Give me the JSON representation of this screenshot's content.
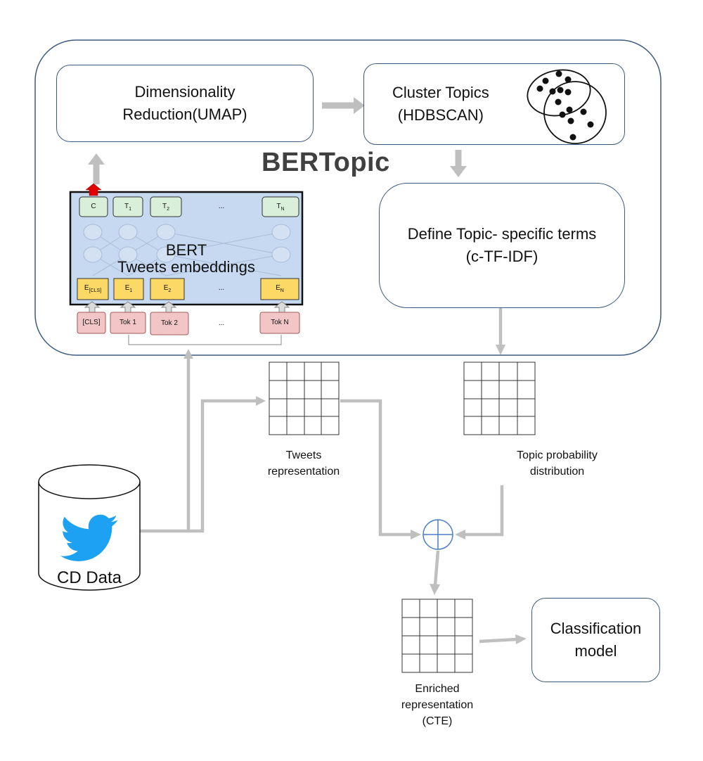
{
  "title": "BERTopic",
  "umap_box": {
    "line1": "Dimensionality",
    "line2": "Reduction(UMAP)"
  },
  "cluster_box": {
    "line1": "Cluster Topics",
    "line2": "(HDBSCAN)"
  },
  "ctfidf_box": {
    "line1": "Define Topic- specific terms",
    "line2": "(c-TF-IDF)"
  },
  "bert": {
    "line1": "BERT",
    "line2": "Tweets embeddings",
    "top_row": [
      "C",
      "T",
      "T",
      "...",
      "T"
    ],
    "top_subs": [
      "",
      "1",
      "2",
      "",
      "N"
    ],
    "emb_row": [
      "E",
      "E",
      "E",
      "...",
      "E"
    ],
    "emb_subs": [
      "[CLS]",
      "1",
      "2",
      "",
      "N"
    ],
    "tokens": [
      "[CLS]",
      "Tok 1",
      "Tok 2",
      "...",
      "Tok N"
    ]
  },
  "tweets_repr": {
    "line1": "Tweets",
    "line2": "representation"
  },
  "topic_dist": {
    "line1": "Topic probability",
    "line2": "distribution"
  },
  "enriched": {
    "line1": "Enriched",
    "line2": "representation",
    "line3": "(CTE)"
  },
  "classification_box": {
    "line1": "Classification",
    "line2": "model"
  },
  "database": {
    "label": "CD Data",
    "icon": "twitter-bird-icon"
  },
  "colors": {
    "arrow": "#bfbfbf",
    "border": "#3c5a80",
    "bert_panel": "#c6d9f1",
    "emb_cell": "#fcd866",
    "token_cell": "#f2c6c6",
    "top_cell": "#d9efd9",
    "twitter": "#1da1f2",
    "red_arrow": "#e00000",
    "plus_circle": "#4a7cc9"
  }
}
